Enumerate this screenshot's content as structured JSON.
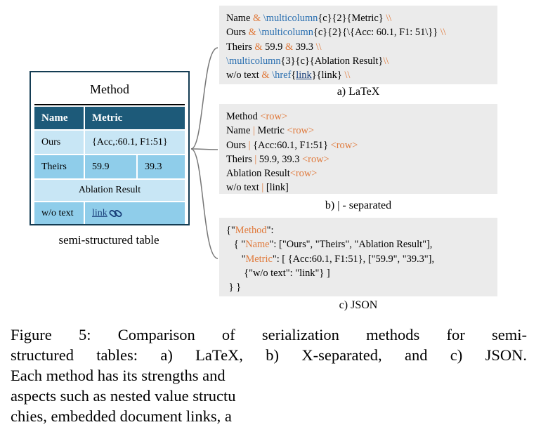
{
  "table": {
    "title": "Method",
    "header": {
      "name": "Name",
      "metric": "Metric"
    },
    "rows": {
      "ours": {
        "name": "Ours",
        "metric": "{Acc,:60.1, F1:51}"
      },
      "theirs": {
        "name": "Theirs",
        "v1": "59.9",
        "v2": "39.3"
      },
      "ablation": {
        "label": "Ablation Result"
      },
      "wotext": {
        "name": "w/o text",
        "link": "link"
      }
    },
    "caption": "semi-structured table"
  },
  "latex": {
    "caption": "a) LaTeX",
    "l1": {
      "a": "Name ",
      "amp": "&",
      "cmd": "\\multicolumn",
      "b": "{c}{2}{Metric} ",
      "bs": "\\\\"
    },
    "l2": {
      "a": "Ours ",
      "amp": "&",
      "cmd": "\\multicolumn",
      "b": "{c}{2}{\\{Acc: 60.1, F1: 51\\}} ",
      "bs": "\\\\"
    },
    "l3": {
      "a": "Theirs ",
      "amp1": "&",
      "b": " 59.9 ",
      "amp2": "&",
      "c": " 39.3 ",
      "bs": "\\\\"
    },
    "l4": {
      "cmd": "\\multicolumn",
      "b": "{3}{c}{Ablation Result}",
      "bs": "\\\\"
    },
    "l5": {
      "a": "w/o text ",
      "amp": "&",
      "cmd": " \\href",
      "lb": "{",
      "link": "link",
      "rb": "}",
      "b": "{link} ",
      "bs": "\\\\"
    }
  },
  "sep": {
    "caption": "b) | - separated",
    "row_tag": "<row>",
    "pipe": "|",
    "l1": "Method ",
    "l2a": "Name ",
    "l2b": " Metric ",
    "l3a": "Ours ",
    "l3b": " {Acc:60.1, F1:51} ",
    "l4a": "Theirs ",
    "l4b": " 59.9, 39.3 ",
    "l5": "Ablation Result",
    "l6a": "w/o text ",
    "l6b": " [link]"
  },
  "json": {
    "caption": "c) JSON",
    "l1a": "{\"",
    "k_method": "Method",
    "l1b": "\":",
    "l2a": "   { \"",
    "k_name": "Name",
    "l2b": "\": [\"Ours\", \"Theirs\", \"Ablation Result\"],",
    "l3a": "      \"",
    "k_metric": "Metric",
    "l3b": "\": [ {Acc:60.1, F1:51}, [\"59.9\", \"39.3\"],",
    "l4": "       {\"w/o text\": \"link\"} ]",
    "l5": " } }"
  },
  "figure_caption": {
    "line1": "Figure 5:  Comparison of serialization methods for semi-",
    "line2": "structured tables: a) LaTeX, b) X-separated, and c) JSON.",
    "line3": "Each method has its strengths and",
    "line4": "aspects such as nested value structu",
    "line5": "chies, embedded document links, a"
  }
}
